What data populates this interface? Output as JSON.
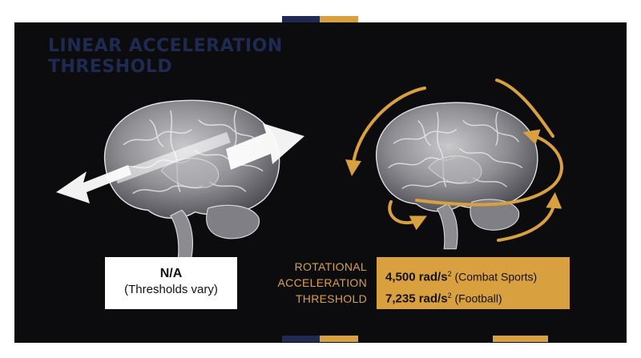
{
  "title": "LINEAR ACCELERATION\nTHRESHOLD",
  "linear": {
    "value": "N/A",
    "note": "(Thresholds vary)"
  },
  "rotational": {
    "label": "ROTATIONAL\nACCELERATION\nTHRESHOLD",
    "rows": [
      {
        "value": "4,500 rad/s",
        "sup": "2",
        "context": "(Combat Sports)"
      },
      {
        "value": "7,235 rad/s",
        "sup": "2",
        "context": "(Football)"
      }
    ]
  },
  "colors": {
    "panel": "#0c0c0f",
    "navy": "#1f2a52",
    "gold": "#d9a03f",
    "white": "#ffffff"
  },
  "icons": [
    "brain-illustration",
    "double-arrow-icon",
    "rotation-arrow-icon"
  ]
}
